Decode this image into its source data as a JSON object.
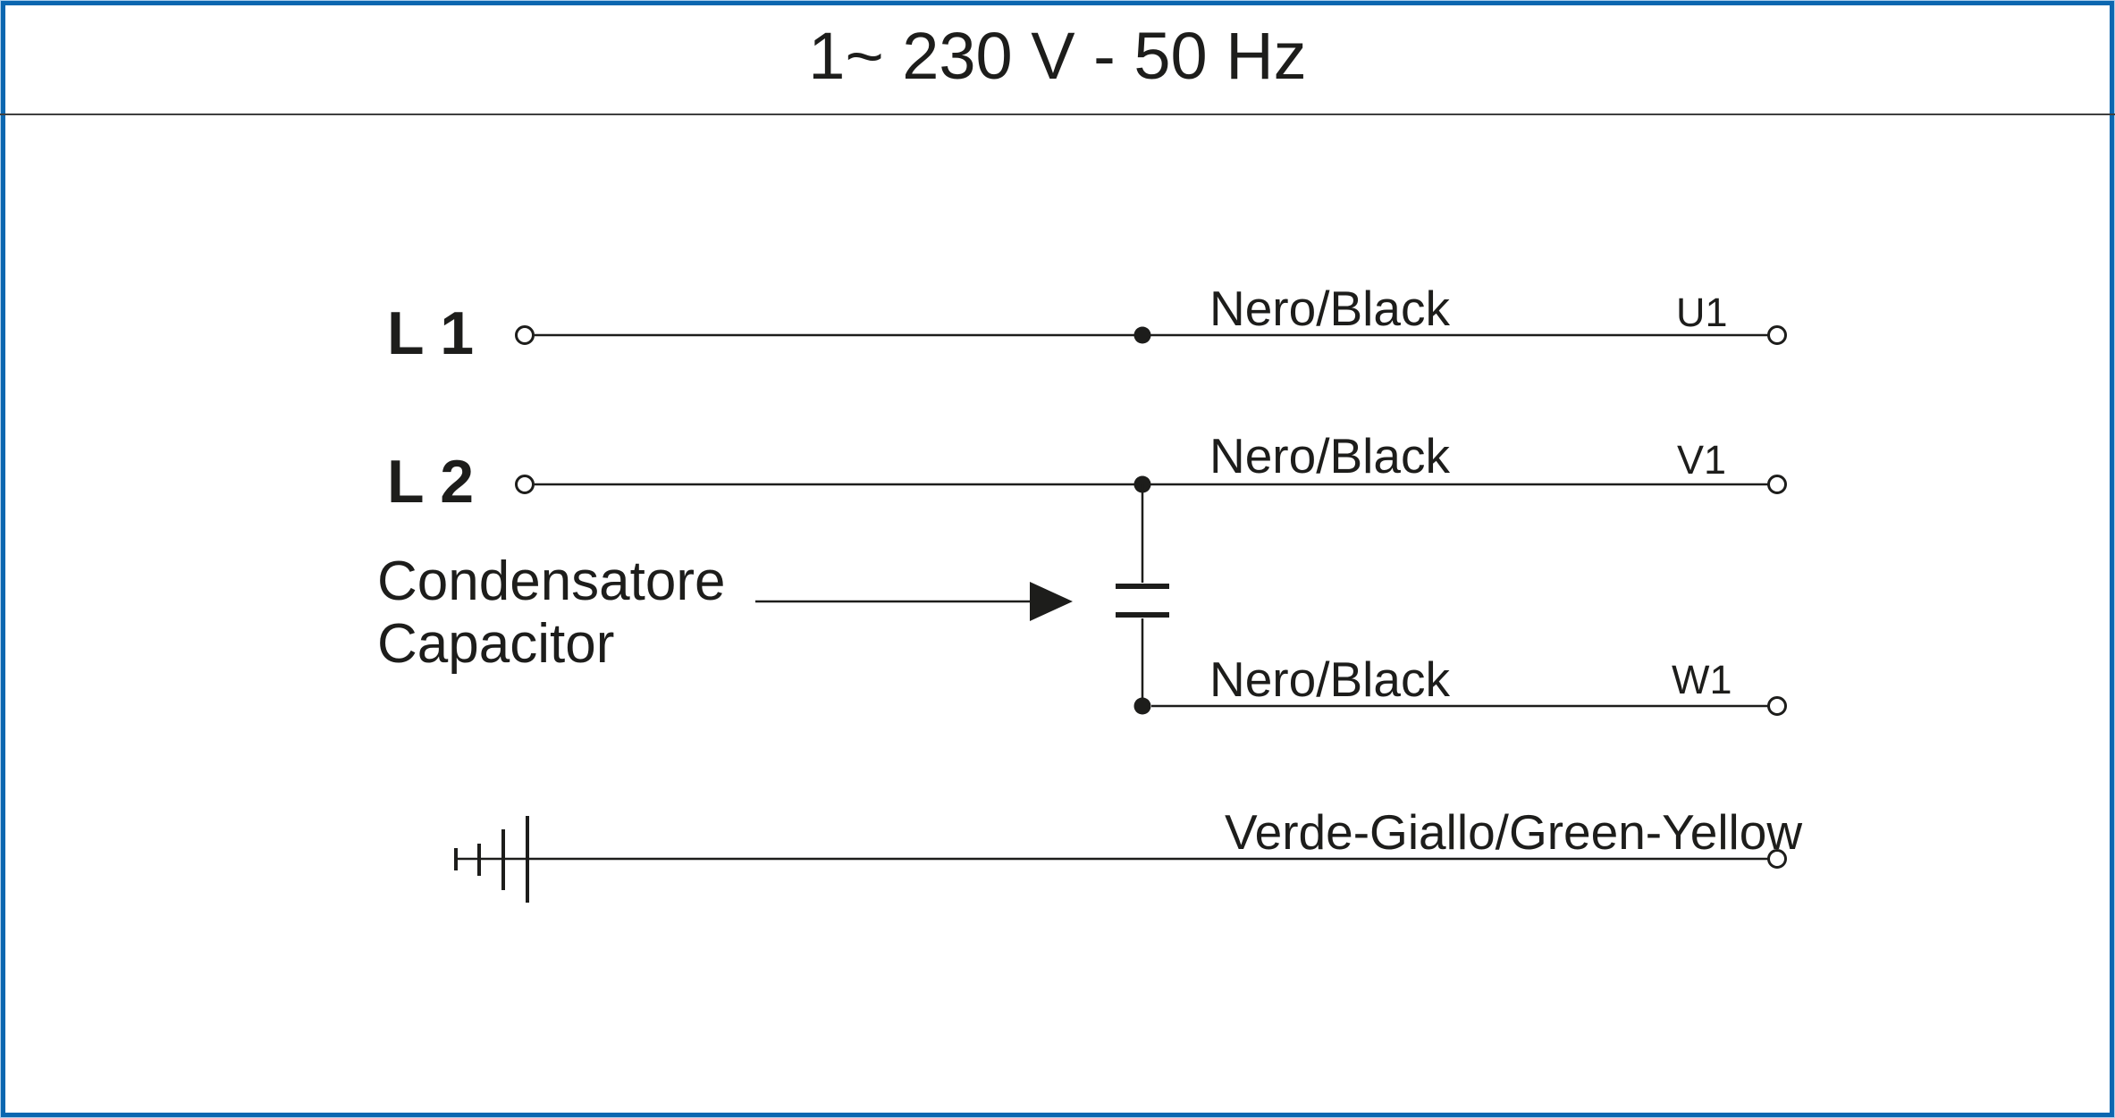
{
  "header": {
    "title": "1~ 230 V - 50 Hz"
  },
  "colors": {
    "frame_blue": "#0b67b0",
    "frame_light_blue": "#a9cdeb",
    "line_black": "#1d1d1b",
    "separator_gray": "#3f3f3f",
    "background": "#ffffff"
  },
  "diagram": {
    "inputs": [
      {
        "label": "L 1"
      },
      {
        "label": "L 2"
      }
    ],
    "capacitor": {
      "label_line1": "Condensatore",
      "label_line2": "Capacitor"
    },
    "wires": [
      {
        "color_label": "Nero/Black",
        "terminal": "U1"
      },
      {
        "color_label": "Nero/Black",
        "terminal": "V1"
      },
      {
        "color_label": "Nero/Black",
        "terminal": "W1"
      },
      {
        "color_label": "Verde-Giallo/Green-Yellow",
        "terminal": ""
      }
    ]
  }
}
